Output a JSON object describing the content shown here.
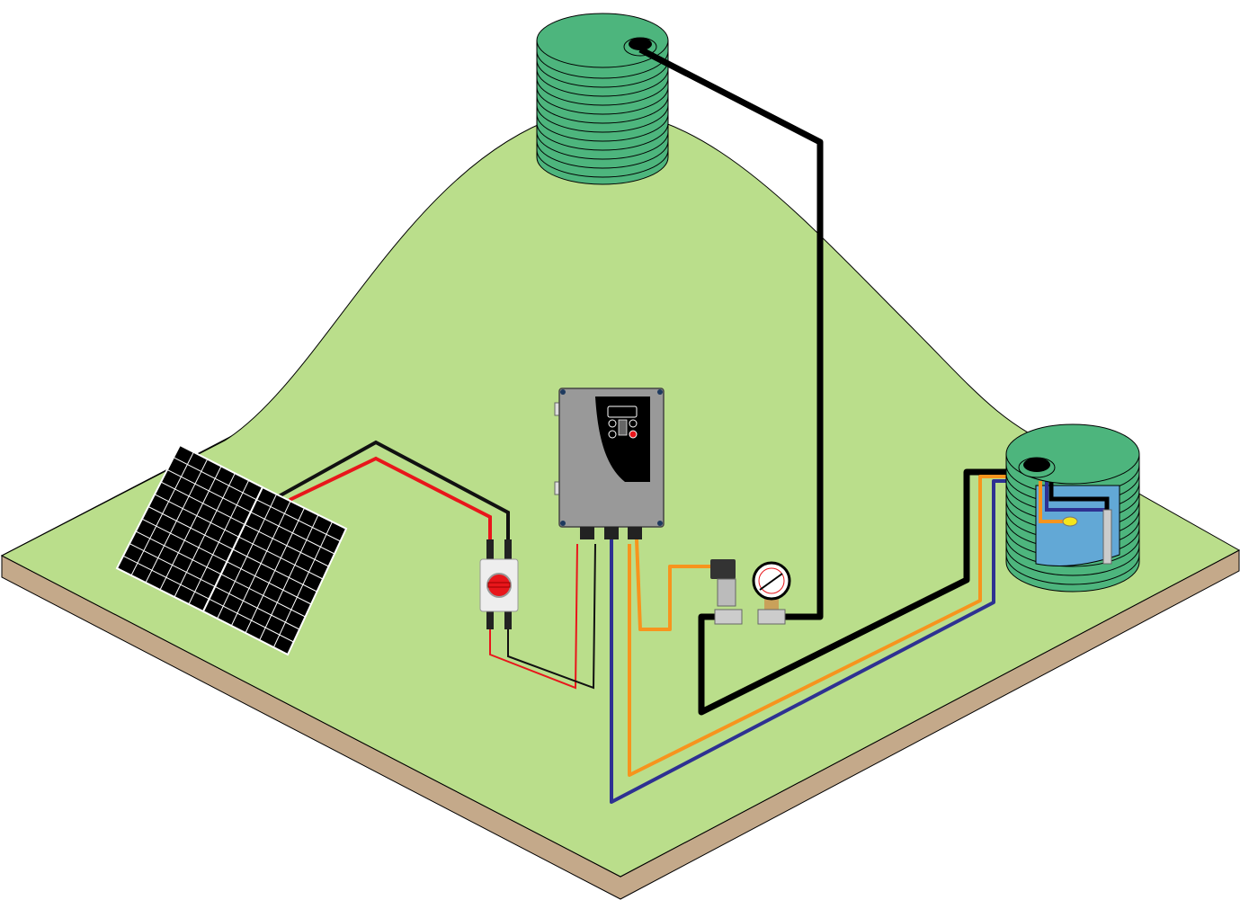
{
  "colors": {
    "ground": "#bade8b",
    "ground_edge": "#c4a98a",
    "tank": "#4db57d",
    "water": "#62a8d6",
    "pipe_delivery": "#000000",
    "cable_dc_positive": "#e8161b",
    "cable_dc_negative": "#111111",
    "cable_sensor": "#f7941d",
    "cable_pump": "#2e3192",
    "controller": "#999999",
    "float_switch": "#f5e51b"
  },
  "components": [
    {
      "id": "solar-array",
      "icon": "solar-panel-icon"
    },
    {
      "id": "dc-isolator",
      "icon": "dc-switch-icon"
    },
    {
      "id": "pump-controller",
      "icon": "controller-icon"
    },
    {
      "id": "pressure-sensor",
      "icon": "pressure-sensor-icon"
    },
    {
      "id": "pressure-gauge",
      "icon": "pressure-gauge-icon"
    },
    {
      "id": "storage-tank",
      "icon": "water-tank-icon"
    },
    {
      "id": "source-tank",
      "icon": "water-tank-icon"
    },
    {
      "id": "submersible-pump",
      "icon": "pump-icon"
    },
    {
      "id": "float-switch",
      "icon": "float-switch-icon"
    }
  ]
}
